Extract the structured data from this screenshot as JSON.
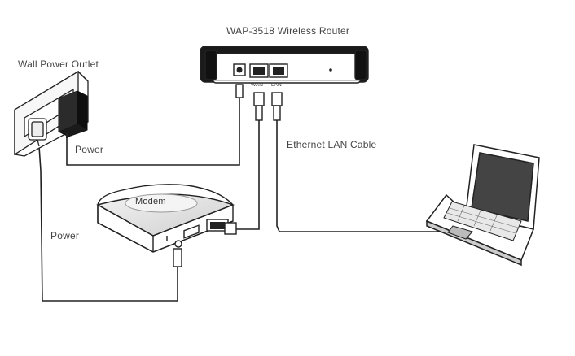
{
  "labels": {
    "router_title": "WAP-3518 Wireless Router",
    "wall_outlet": "Wall Power Outlet",
    "power_adapter": "Power",
    "power_modem": "Power",
    "ethernet_cable": "Ethernet LAN Cable",
    "modem": "Modem",
    "wan_port": "WAN",
    "lan_port": "LAN"
  },
  "icons": [
    "wall-outlet-icon",
    "power-adapter-icon",
    "router-icon",
    "modem-icon",
    "laptop-icon"
  ],
  "colors": {
    "line": "#222222",
    "fill": "#ffffff",
    "shade": "#e6e6e6",
    "dark": "#1a1a1a",
    "text": "#444444"
  }
}
